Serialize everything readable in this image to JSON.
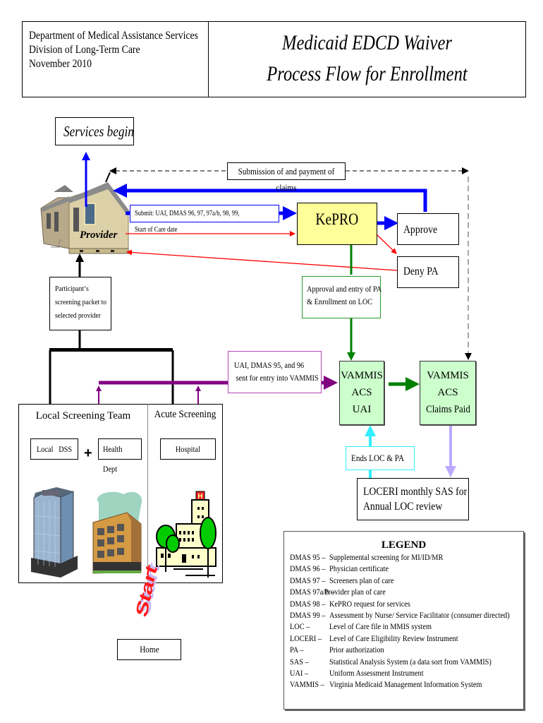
{
  "header": {
    "org_lines": [
      "Department of Medical Assistance Services",
      "Division of Long-Term Care",
      "November 2010"
    ],
    "title_lines": [
      "Medicaid EDCD Waiver",
      "Process Flow for Enrollment"
    ]
  },
  "nodes": {
    "services_begin": "Services begin",
    "claims_label": "Submission of and payment of claims",
    "provider": "Provider",
    "submit_label": "Submit: UAI, DMAS 96, 97, 97a/b, 98, 99, Start of Care date",
    "kepro": "KePRO",
    "approve_pa": "Approve PA",
    "deny_pa": "Deny PA",
    "approval_entry": [
      "Approval and entry of PA",
      "& Enrollment on LOC"
    ],
    "packet": [
      "Participant‘s",
      "screening packet to",
      "selected provider"
    ],
    "uai_sent": [
      "UAI, DMAS 95, and 96",
      " sent for entry into VAMMIS"
    ],
    "vammis_uai": [
      "VAMMIS",
      "ACS",
      "UAI"
    ],
    "vammis_claims": [
      "VAMMIS",
      "ACS",
      "Claims Paid"
    ],
    "ends_loc": "Ends LOC & PA",
    "loceri": [
      "LOCERI monthly SAS for",
      "Annual LOC review"
    ],
    "local_team": "Local Screening Team",
    "local_dss": "Local   DSS",
    "plus": "+",
    "health_dept": "Health Dept",
    "acute": "Acute Screening",
    "hospital": "Hospital",
    "start": "Start",
    "home": "Home"
  },
  "legend": {
    "title": "LEGEND",
    "items": [
      {
        "term": "DMAS 95 –",
        "def": "Supplemental screening for MI/ID/MR"
      },
      {
        "term": "DMAS 96 –",
        "def": "Physician certificate"
      },
      {
        "term": "DMAS 97 –",
        "def": "Screeners plan of care"
      },
      {
        "term": "DMAS 97a/b –",
        "def": "Provider plan of care"
      },
      {
        "term": "DMAS 98 –",
        "def": "KePRO request for services"
      },
      {
        "term": "DMAS 99 –",
        "def": "Assessment by Nurse/ Service Facilitator (consumer directed)"
      },
      {
        "term": "LOC –",
        "def": "Level of Care file in MMIS system"
      },
      {
        "term": "LOCERI –",
        "def": "Level of Care Eligibility Review Instrument"
      },
      {
        "term": "PA –",
        "def": "Prior authorization"
      },
      {
        "term": "SAS –",
        "def": "Statistical Analysis System (a data sort from VAMMIS)"
      },
      {
        "term": "UAI –",
        "def": "Uniform Assessment Instrument"
      },
      {
        "term": "VAMMIS –",
        "def": "Virginia Medicaid Management Information System"
      }
    ]
  },
  "colors": {
    "blue_flow": "#0000ff",
    "red_flow": "#ff0000",
    "green_flow": "#008000",
    "purple_flow": "#800080",
    "cyan_flow": "#33eeff",
    "lavender_flow": "#bbaaff",
    "kepro_fill": "#ffff99",
    "vammis_fill": "#ccffcc"
  }
}
